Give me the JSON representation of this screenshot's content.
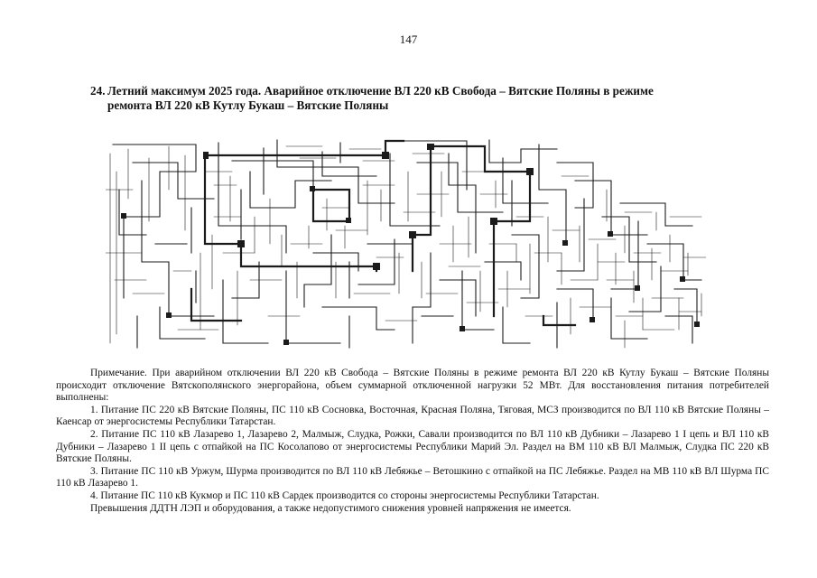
{
  "page": {
    "number": "147"
  },
  "heading": {
    "number": "24.",
    "line1": "Летний максимум 2025 года. Аварийное отключение ВЛ 220 кВ Свобода – Вятские Поляны в режиме",
    "line2": "ремонта ВЛ 220 кВ Кутлу Букаш – Вятские Поляны"
  },
  "figure": {
    "icon": "power-grid-scheme"
  },
  "note": {
    "paragraphs": [
      "Примечание. При аварийном отключении ВЛ 220 кВ Свобода – Вятские Поляны в режиме ремонта ВЛ 220 кВ Кутлу Букаш – Вятские Поляны происходит отключение Вятскополянского энергорайона, объем суммарной отключенной нагрузки 52 МВт. Для восстановления питания потребителей выполнены:",
      "1. Питание ПС 220 кВ Вятские Поляны, ПС 110 кВ Сосновка, Восточная, Красная Поляна, Тяговая, МСЗ производится по ВЛ 110 кВ Вятские Поляны – Каенсар от энергосистемы Республики Татарстан.",
      "2. Питание ПС 110 кВ Лазарево 1, Лазарево 2, Малмыж, Слудка, Рожки, Савали производится по ВЛ 110 кВ Дубники – Лазарево 1 I цепь и ВЛ 110 кВ Дубники – Лазарево 1 II цепь с отпайкой на ПС Косолапово от энергосистемы Республики Марий Эл. Раздел на ВМ 110 кВ ВЛ Малмыж, Слудка ПС 220 кВ Вятские Поляны.",
      "3. Питание ПС 110 кВ Уржум, Шурма производится по ВЛ 110 кВ Лебяжье – Ветошкино с отпайкой на ПС Лебяжье. Раздел на МВ 110 кВ ВЛ Шурма ПС 110 кВ Лазарево 1.",
      "4. Питание ПС 110 кВ Кукмор и ПС 110 кВ Сардек производится со стороны энергосистемы Республики Татарстан.",
      "Превышения ДДТН ЛЭП и оборудования, а также недопустимого снижения уровней напряжения не имеется."
    ]
  }
}
